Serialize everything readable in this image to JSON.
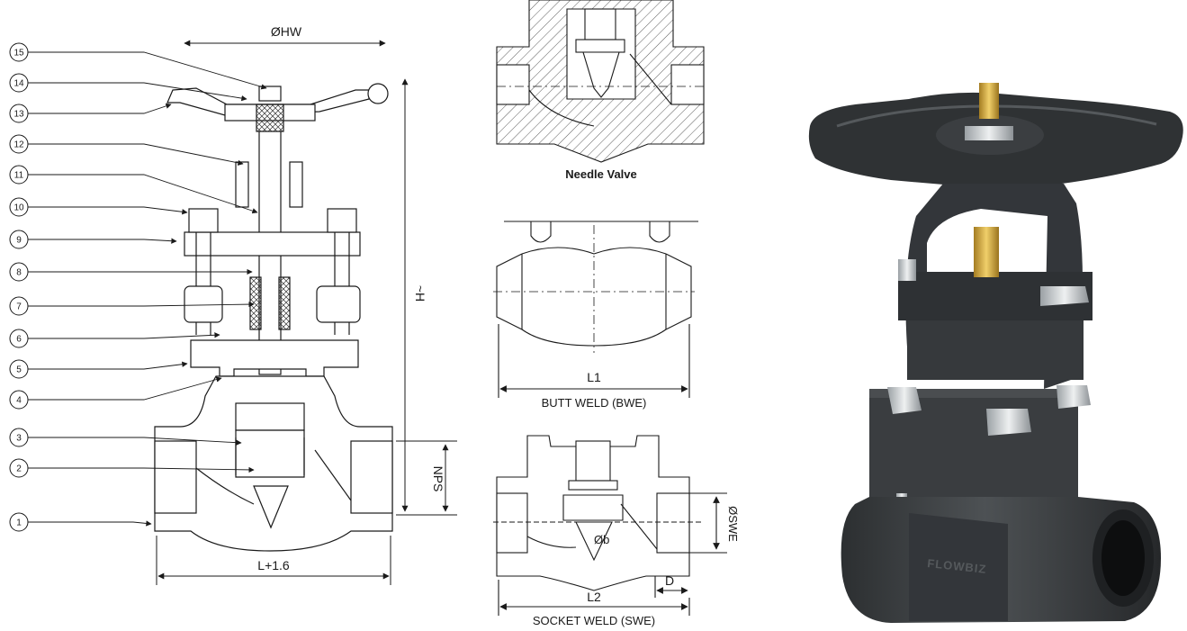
{
  "gate_valve": {
    "dim_handwheel": "ØHW",
    "dim_height": "~H",
    "dim_nps": "NPS",
    "dim_length": "L+1.6",
    "part_numbers": [
      "15",
      "14",
      "13",
      "12",
      "11",
      "10",
      "9",
      "8",
      "7",
      "6",
      "5",
      "4",
      "3",
      "2",
      "1"
    ]
  },
  "needle_valve": {
    "caption": "Needle Valve"
  },
  "butt_weld": {
    "dim_length": "L1",
    "caption": "BUTT WELD (BWE)"
  },
  "socket_weld": {
    "dim_length": "L2",
    "dim_depth": "D",
    "dim_bore": "Øb",
    "dim_socket": "ØSWE",
    "caption": "SOCKET WELD (SWE)"
  },
  "render": {
    "brand_marking": "FLOWBIZ"
  },
  "colors": {
    "line": "#1a1a1a",
    "body": "#3a3d40",
    "brass": "#c9a13a"
  }
}
